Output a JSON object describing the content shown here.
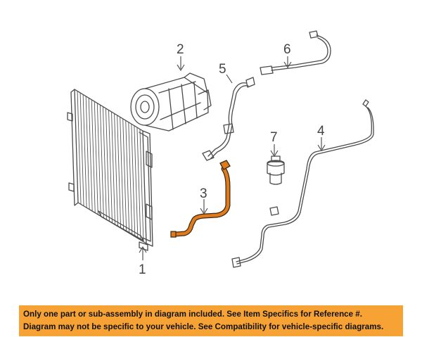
{
  "callouts": [
    {
      "id": "1",
      "label": "1"
    },
    {
      "id": "2",
      "label": "2"
    },
    {
      "id": "3",
      "label": "3"
    },
    {
      "id": "4",
      "label": "4"
    },
    {
      "id": "5",
      "label": "5"
    },
    {
      "id": "6",
      "label": "6"
    },
    {
      "id": "7",
      "label": "7"
    }
  ],
  "highlight_color": "#e07a1a",
  "notice": {
    "line1": "Only one part or sub-assembly in diagram included. See Item Specifics for Reference #.",
    "line2": "Diagram may not be specific to your vehicle. See Compatibility for vehicle-specific diagrams.",
    "background": "#f7a234"
  }
}
